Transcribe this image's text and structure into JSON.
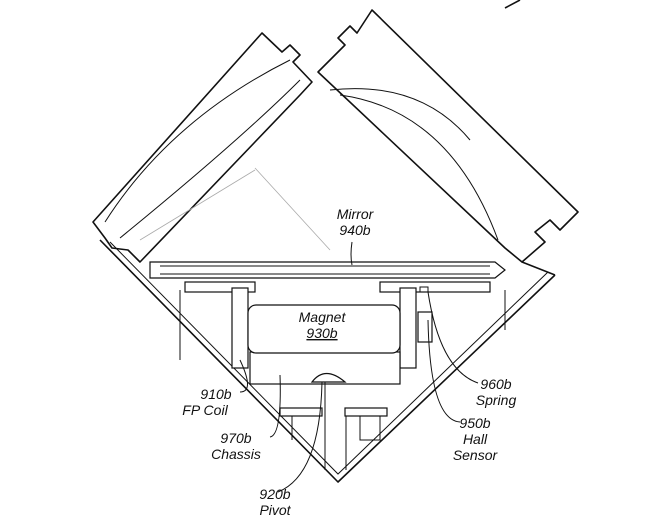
{
  "labels": {
    "mirror": {
      "name": "Mirror",
      "ref": "940b"
    },
    "magnet": {
      "name": "Magnet",
      "ref": "930b"
    },
    "fp_coil": {
      "ref": "910b",
      "name": "FP Coil"
    },
    "chassis": {
      "ref": "970b",
      "name": "Chassis"
    },
    "pivot": {
      "ref": "920b",
      "name": "Pivot"
    },
    "spring": {
      "ref": "960b",
      "name": "Spring"
    },
    "hall_sensor": {
      "ref": "950b",
      "name1": "Hall",
      "name2": "Sensor"
    }
  }
}
